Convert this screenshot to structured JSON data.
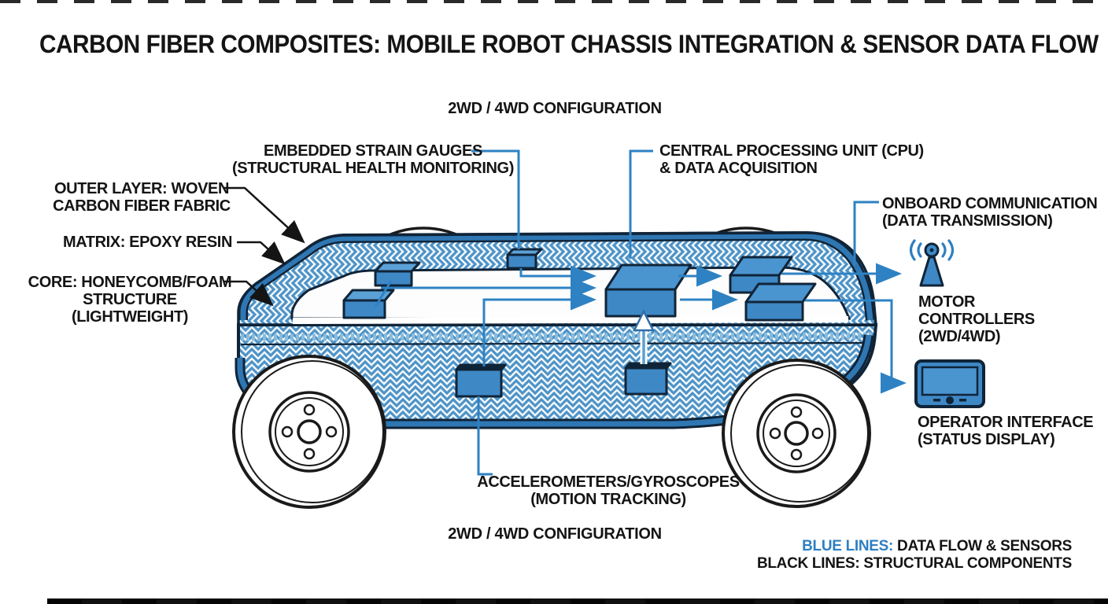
{
  "title": "CARBON FIBER COMPOSITES: MOBILE ROBOT CHASSIS INTEGRATION & SENSOR DATA FLOW",
  "config_top": "2WD / 4WD CONFIGURATION",
  "config_bottom": "2WD / 4WD CONFIGURATION",
  "labels": {
    "strain": {
      "line1": "EMBEDDED STRAIN GAUGES",
      "line2": "(STRUCTURAL HEALTH MONITORING)"
    },
    "cpu": {
      "line1": "CENTRAL PROCESSING UNIT (CPU)",
      "line2": "& DATA ACQUISITION"
    },
    "outer": {
      "line1": "OUTER LAYER: WOVEN",
      "line2": "CARBON FIBER FABRIC"
    },
    "matrix": {
      "line1": "MATRIX: EPOXY RESIN"
    },
    "core": {
      "line1": "CORE: HONEYCOMB/FOAM",
      "line2": "STRUCTURE",
      "line3": "(LIGHTWEIGHT)"
    },
    "comm": {
      "line1": "ONBOARD COMMUNICATION",
      "line2": "(DATA TRANSMISSION)"
    },
    "motor": {
      "line1": "MOTOR",
      "line2": "CONTROLLERS",
      "line3": "(2WD/4WD)"
    },
    "operator": {
      "line1": "OPERATOR INTERFACE",
      "line2": "(STATUS DISPLAY)"
    },
    "accel": {
      "line1": "ACCELEROMETERS/GYROSCOPES",
      "line2": "(MOTION TRACKING)"
    }
  },
  "legend": {
    "blue_key": "BLUE LINES:",
    "blue_value": " DATA FLOW & SENSORS",
    "black_key": "BLACK LINES:",
    "black_value": " STRUCTURAL COMPONENTS"
  },
  "icons": {
    "antenna": "wireless-antenna-icon",
    "monitor": "status-display-icon"
  },
  "colors": {
    "component_blue": "#3e88c6",
    "data_line_blue": "#2e82c3",
    "legend_blue": "#2e7fc1",
    "outline_navy": "#102438",
    "text_ink": "#141414",
    "background": "#ffffff"
  }
}
